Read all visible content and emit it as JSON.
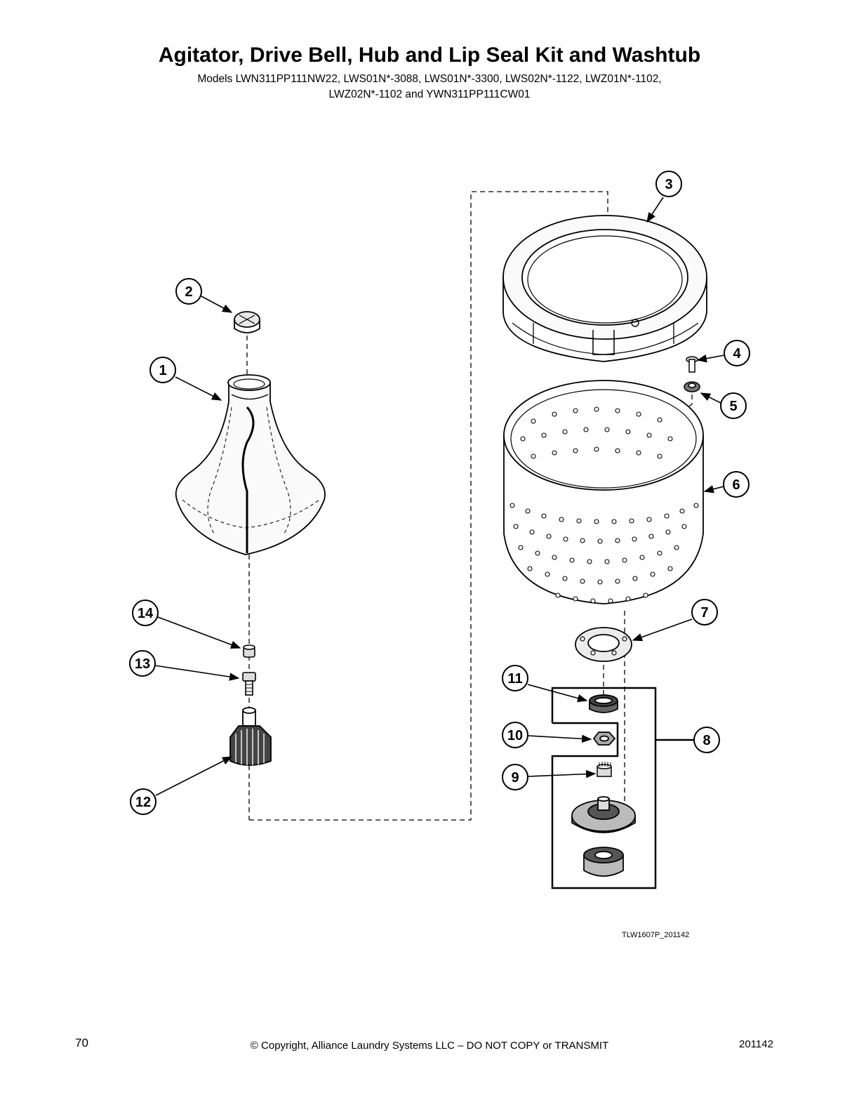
{
  "title": "Agitator, Drive Bell, Hub and Lip Seal Kit and Washtub",
  "subtitle_line1": "Models LWN311PP111NW22, LWS01N*-3088, LWS01N*-3300, LWS02N*-1122, LWZ01N*-1102,",
  "subtitle_line2": "LWZ02N*-1102 and YWN311PP111CW01",
  "callouts": [
    "1",
    "2",
    "3",
    "4",
    "5",
    "6",
    "7",
    "8",
    "9",
    "10",
    "11",
    "12",
    "13",
    "14"
  ],
  "drawing_code": "TLW1607P_201142",
  "footer": {
    "page_number": "70",
    "copyright": "© Copyright, Alliance Laundry Systems LLC – DO NOT COPY or TRANSMIT",
    "doc_number": "201142"
  }
}
